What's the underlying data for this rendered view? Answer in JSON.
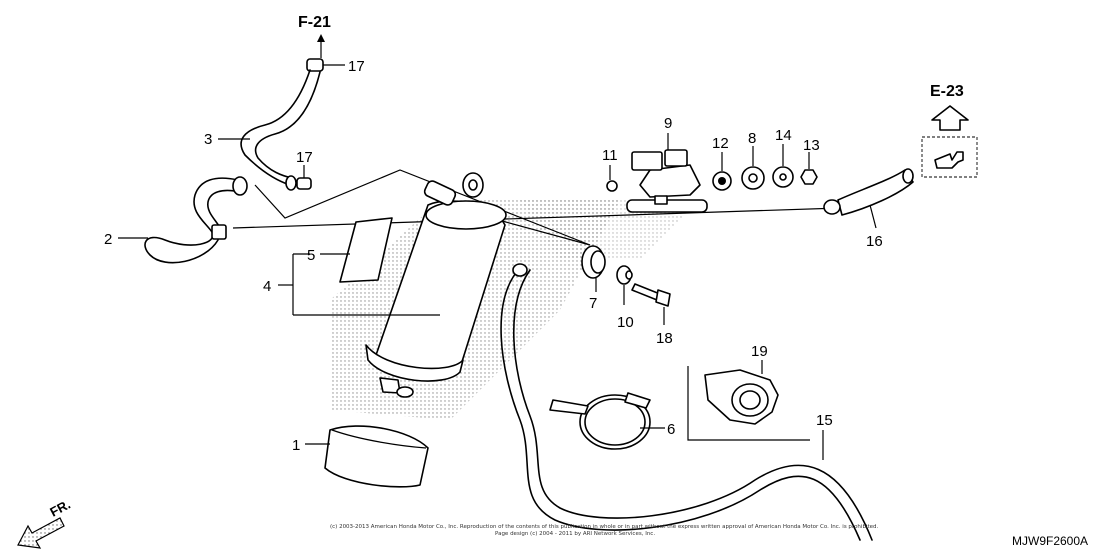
{
  "refs": {
    "f21": "F-21",
    "e23": "E-23"
  },
  "direction": "FR.",
  "diagram_code": "MJW9F2600A",
  "copyright": {
    "line1": "(c) 2003-2013 American Honda Motor Co., Inc. Reproduction of the contents of this publication in whole or in part without the express written approval of American Honda Motor Co. Inc. is prohibited.",
    "line2": "Page design (c) 2004 - 2011 by ARI Network Services, Inc."
  },
  "callouts": {
    "p1": "1",
    "p2": "2",
    "p3": "3",
    "p4": "4",
    "p5": "5",
    "p6": "6",
    "p7": "7",
    "p8": "8",
    "p9": "9",
    "p10": "10",
    "p11": "11",
    "p12": "12",
    "p13": "13",
    "p14": "14",
    "p15": "15",
    "p16": "16",
    "p17a": "17",
    "p17b": "17",
    "p18": "18",
    "p19": "19"
  }
}
